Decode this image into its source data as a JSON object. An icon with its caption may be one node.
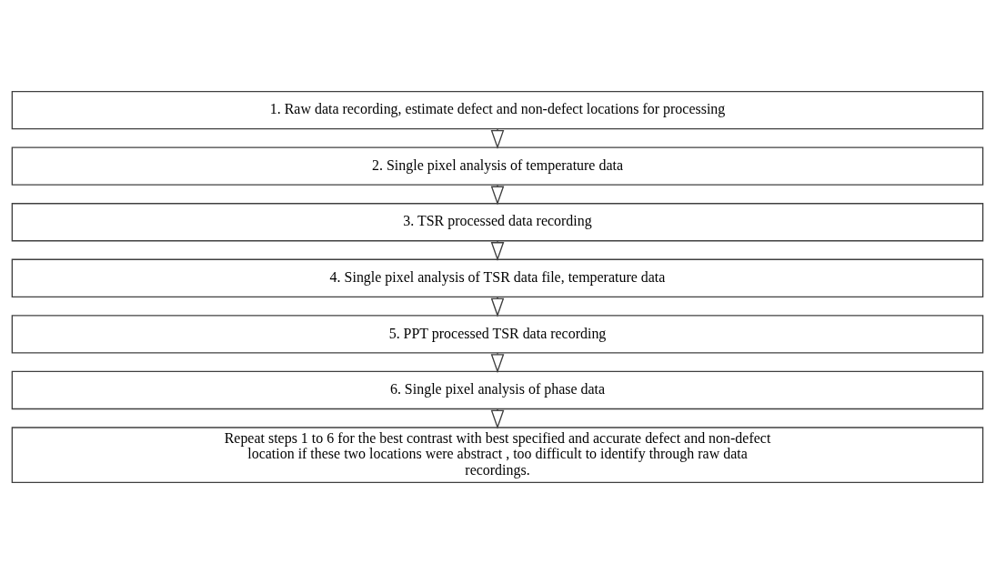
{
  "diagram": {
    "nodes": [
      {
        "text": [
          "1. Raw data recording, estimate defect and non-defect locations for processing"
        ]
      },
      {
        "text": [
          "2. Single pixel analysis of temperature data"
        ]
      },
      {
        "text": [
          "3. TSR processed data recording"
        ]
      },
      {
        "text": [
          "4. Single pixel analysis of TSR data file, temperature data"
        ]
      },
      {
        "text": [
          "5. PPT processed TSR data recording"
        ]
      },
      {
        "text": [
          "6. Single pixel analysis of phase data"
        ]
      },
      {
        "text": [
          "Repeat steps 1 to 6 for the best contrast with best specified and accurate defect and non-defect location if these two locations were abstract , too difficult to identify through raw data recordings."
        ]
      }
    ],
    "edges": [
      {
        "from": 0,
        "to": 1,
        "arrow": "to"
      },
      {
        "from": 1,
        "to": 2,
        "arrow": "to"
      },
      {
        "from": 2,
        "to": 3,
        "arrow": "to"
      },
      {
        "from": 3,
        "to": 4,
        "arrow": "to"
      },
      {
        "from": 4,
        "to": 5,
        "arrow": "to"
      },
      {
        "from": 5,
        "to": 6,
        "arrow": "to"
      }
    ]
  }
}
